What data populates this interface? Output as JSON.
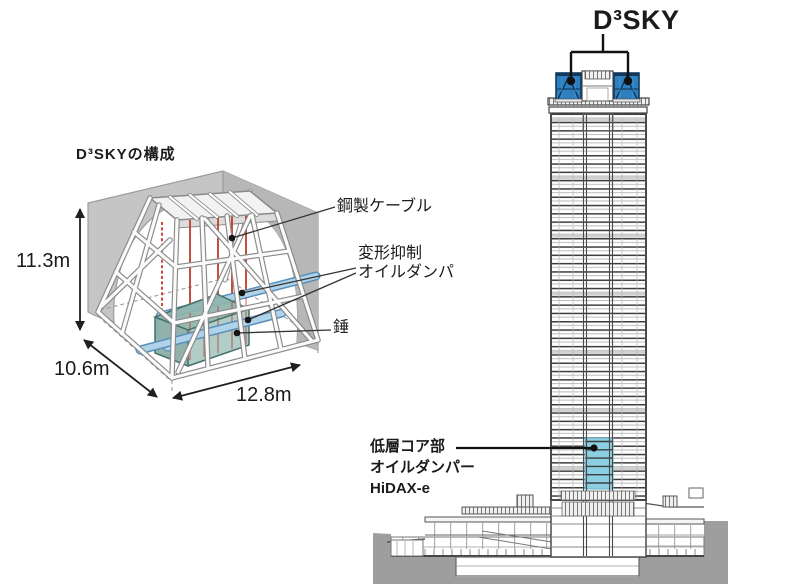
{
  "left_diagram": {
    "title": "D³SKYの構成",
    "dim_height": "11.3m",
    "dim_depth": "10.6m",
    "dim_width": "12.8m",
    "label_cable": "鋼製ケーブル",
    "label_damper_line1": "変形抑制",
    "label_damper_line2": "オイルダンパ",
    "label_weight": "錘",
    "colors": {
      "wall_gray": "#c5c5c5",
      "weight_box_teal": "#8fb6ae",
      "cable_red": "#c13a2a",
      "damper_tube_blue": "#aed3ea"
    }
  },
  "right_diagram": {
    "title": "D³SKY",
    "label_core_line1": "低層コア部",
    "label_core_line2": "オイルダンパー",
    "label_core_line3": "HiDAX-e",
    "colors": {
      "damper_box_blue": "#2e7fc0",
      "core_highlight_blue": "#8ccfe2",
      "ground_gray": "#9e9e9e"
    }
  }
}
